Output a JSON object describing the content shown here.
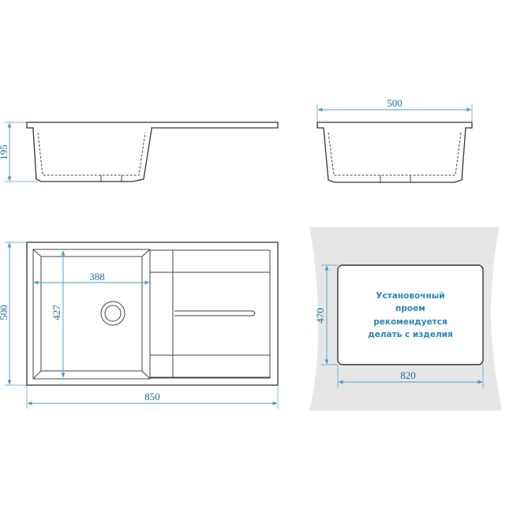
{
  "dimensions": {
    "height": "195",
    "side_width": "500",
    "top_length": "850",
    "top_depth": "500",
    "bowl_width": "388",
    "bowl_depth": "427",
    "cutout_width": "820",
    "cutout_depth": "470"
  },
  "cutout_note": [
    "Установочный",
    "проем",
    "рекомендуется",
    "делать с изделия"
  ],
  "colors": {
    "dimension": "#1e6f96",
    "note": "#2a86b8",
    "countertop": "#e6e6e6",
    "outline": "#333333"
  }
}
